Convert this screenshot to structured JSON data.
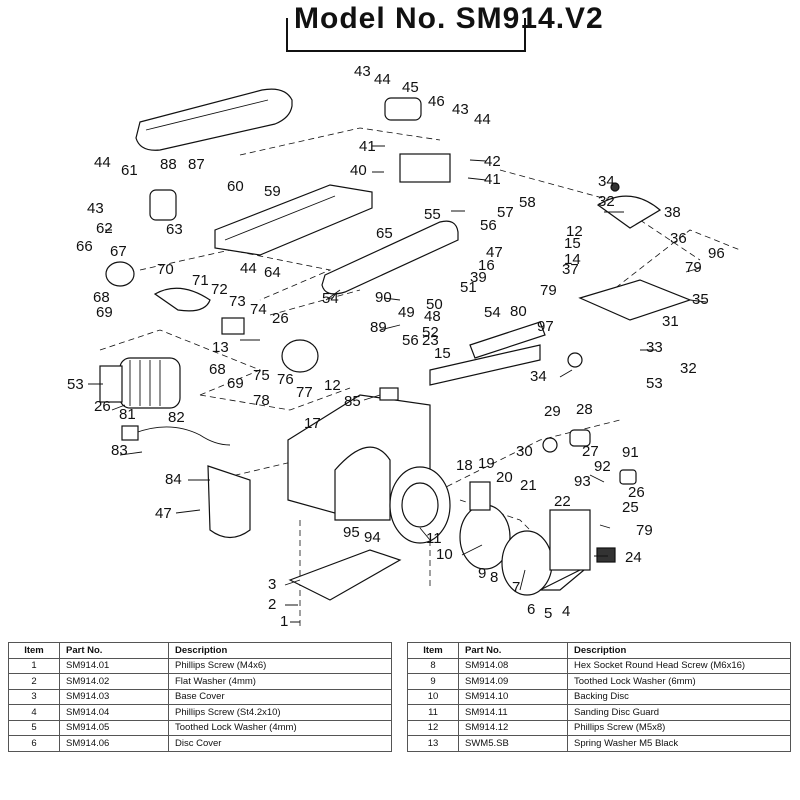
{
  "title": "Model No. SM914.V2",
  "callouts": [
    "1",
    "2",
    "3",
    "4",
    "5",
    "6",
    "7",
    "8",
    "9",
    "10",
    "11",
    "12",
    "12",
    "13",
    "14",
    "15",
    "15",
    "16",
    "17",
    "18",
    "19",
    "20",
    "21",
    "22",
    "23",
    "24",
    "25",
    "26",
    "26",
    "26",
    "27",
    "28",
    "29",
    "30",
    "31",
    "32",
    "32",
    "33",
    "34",
    "34",
    "35",
    "36",
    "37",
    "38",
    "39",
    "40",
    "41",
    "41",
    "42",
    "43",
    "43",
    "43",
    "44",
    "44",
    "44",
    "44",
    "45",
    "46",
    "47",
    "47",
    "48",
    "49",
    "50",
    "51",
    "52",
    "53",
    "53",
    "54",
    "54",
    "55",
    "56",
    "56",
    "57",
    "58",
    "59",
    "60",
    "61",
    "62",
    "63",
    "64",
    "65",
    "66",
    "67",
    "68",
    "68",
    "69",
    "69",
    "70",
    "71",
    "72",
    "73",
    "74",
    "75",
    "76",
    "77",
    "78",
    "79",
    "79",
    "79",
    "80",
    "81",
    "82",
    "83",
    "84",
    "85",
    "88",
    "87",
    "89",
    "90",
    "91",
    "92",
    "93",
    "94",
    "95",
    "96",
    "97"
  ],
  "table_headers": [
    "Item",
    "Part No.",
    "Description"
  ],
  "left_rows": [
    [
      "1",
      "SM914.01",
      "Phillips Screw (M4x6)"
    ],
    [
      "2",
      "SM914.02",
      "Flat Washer (4mm)"
    ],
    [
      "3",
      "SM914.03",
      "Base Cover"
    ],
    [
      "4",
      "SM914.04",
      "Phillips Screw (St4.2x10)"
    ],
    [
      "5",
      "SM914.05",
      "Toothed Lock Washer (4mm)"
    ],
    [
      "6",
      "SM914.06",
      "Disc Cover"
    ]
  ],
  "right_rows": [
    [
      "8",
      "SM914.08",
      "Hex Socket Round Head Screw (M6x16)"
    ],
    [
      "9",
      "SM914.09",
      "Toothed Lock Washer (6mm)"
    ],
    [
      "10",
      "SM914.10",
      "Backing Disc"
    ],
    [
      "11",
      "SM914.11",
      "Sanding Disc Guard"
    ],
    [
      "12",
      "SM914.12",
      "Phillips Screw (M5x8)"
    ],
    [
      "13",
      "SWM5.SB",
      "Spring Washer M5 Black"
    ]
  ]
}
